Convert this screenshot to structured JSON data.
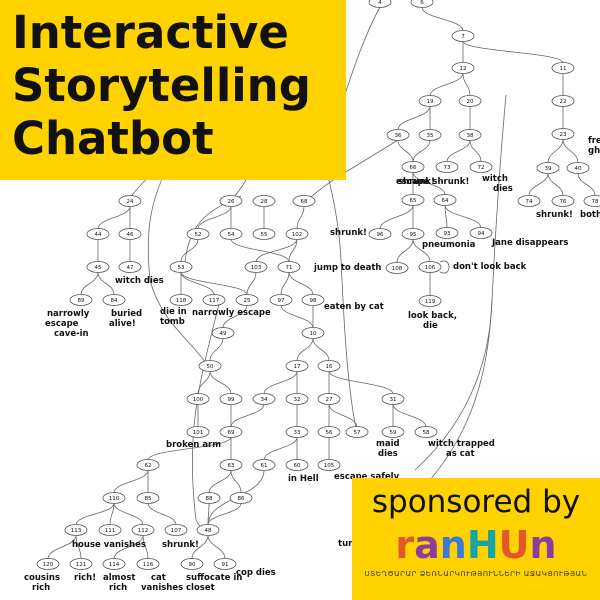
{
  "title": [
    "Interactive",
    "Storytelling",
    "Chatbot"
  ],
  "sponsor": {
    "label": "sponsored by",
    "logo_text": "ranHUn",
    "tagline": "ՍՏԵՂԾԱՐԱՐ ՁԵՌՆԱՐԿՈՒԹՅՈՒՆՆԵՐԻ ԱՋԱԿՑՈՒԹՅԱՆ",
    "logo_colors": [
      "#e4572e",
      "#8a3d9c",
      "#3a7bd5",
      "#1aa3a3"
    ]
  },
  "colors": {
    "accent": "#ffd200"
  },
  "nodes": [
    "4",
    "6",
    "7",
    "12",
    "11",
    "19",
    "20",
    "22",
    "36",
    "35",
    "38",
    "23",
    "39",
    "40",
    "66",
    "73",
    "72",
    "74",
    "76",
    "78",
    "65",
    "64",
    "24",
    "26",
    "28",
    "68",
    "96",
    "95",
    "93",
    "94",
    "44",
    "46",
    "52",
    "54",
    "55",
    "102",
    "108",
    "106",
    "119",
    "45",
    "47",
    "53",
    "103",
    "71",
    "89",
    "84",
    "118",
    "117",
    "25",
    "97",
    "98",
    "10",
    "49",
    "50",
    "17",
    "16",
    "100",
    "99",
    "34",
    "32",
    "27",
    "31",
    "101",
    "69",
    "33",
    "56",
    "57",
    "59",
    "58",
    "62",
    "63",
    "61",
    "60",
    "105",
    "110",
    "85",
    "88",
    "86",
    "113",
    "111",
    "112",
    "107",
    "48",
    "120",
    "121",
    "114",
    "116",
    "90",
    "91"
  ],
  "endings": [
    "shrunk!",
    "witch dies",
    "escape shrunk!",
    "fre ghos",
    "shrunk!",
    "both",
    "Jane disappears",
    "shrunk!",
    "pneumonia",
    "don't look back",
    "jump to death",
    "witch dies",
    "look back, die",
    "narrowly escape cave-in",
    "buried alive!",
    "die in tomb",
    "narrowly escape",
    "eaten by cat",
    "broken arm",
    "maid dies",
    "witch trapped as cat",
    "in Hell",
    "escape safely",
    "house vanishes",
    "shrunk!",
    "tur",
    "cousins rich",
    "rich!",
    "almost rich",
    "cat vanishes",
    "suffocate in closet",
    "cop dies"
  ]
}
